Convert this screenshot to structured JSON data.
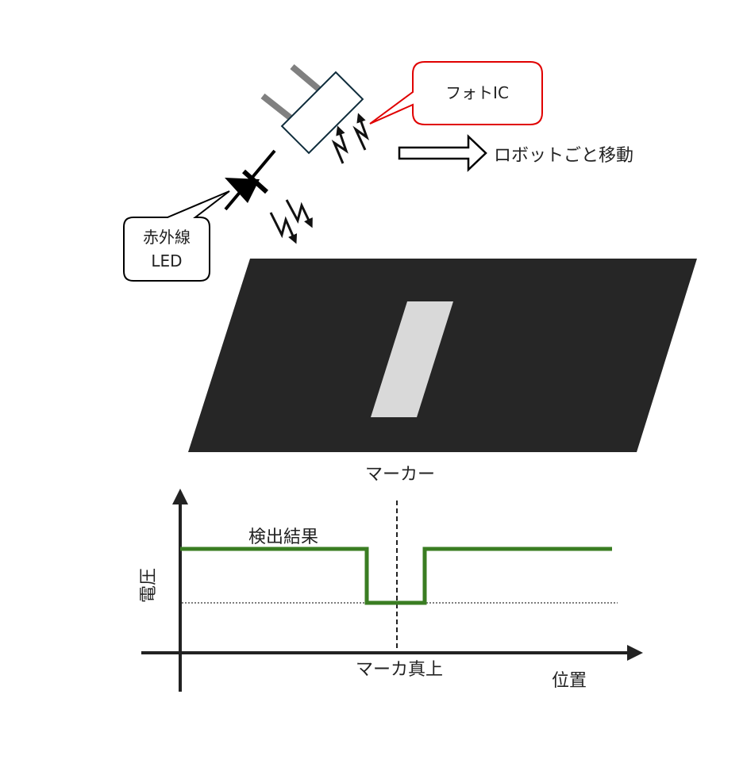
{
  "labels": {
    "photo_ic": "フォトIC",
    "ir_led_line1": "赤外線",
    "ir_led_line2": "LED",
    "robot_move": "ロボットごと移動",
    "marker": "マーカー",
    "graph_signal": "検出結果",
    "y_axis": "電圧",
    "x_axis": "位置",
    "marker_center": "マーカ真上"
  },
  "colors": {
    "board": "#262626",
    "marker": "#d9d9d9",
    "signal": "#3a7d22",
    "callout_ic_border": "#e00000",
    "ic_body_border": "#0f2d3c",
    "pins": "#808080"
  }
}
